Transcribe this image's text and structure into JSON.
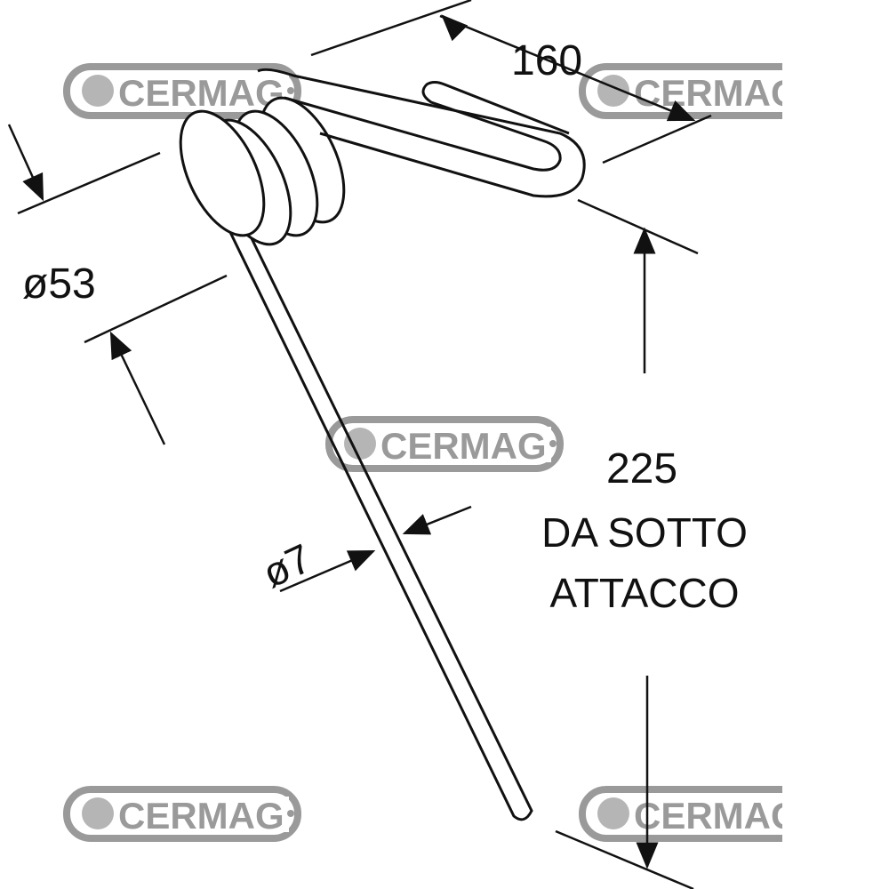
{
  "watermark": {
    "text": "CERMAG",
    "color": "#9a9a9a"
  },
  "dimensions": {
    "length_top": "160",
    "coil_diameter": "ø53",
    "wire_diameter": "ø7",
    "height": "225",
    "height_note_line1": "DA SOTTO",
    "height_note_line2": "ATTACCO"
  },
  "colors": {
    "line": "#111111",
    "background": "#ffffff"
  }
}
